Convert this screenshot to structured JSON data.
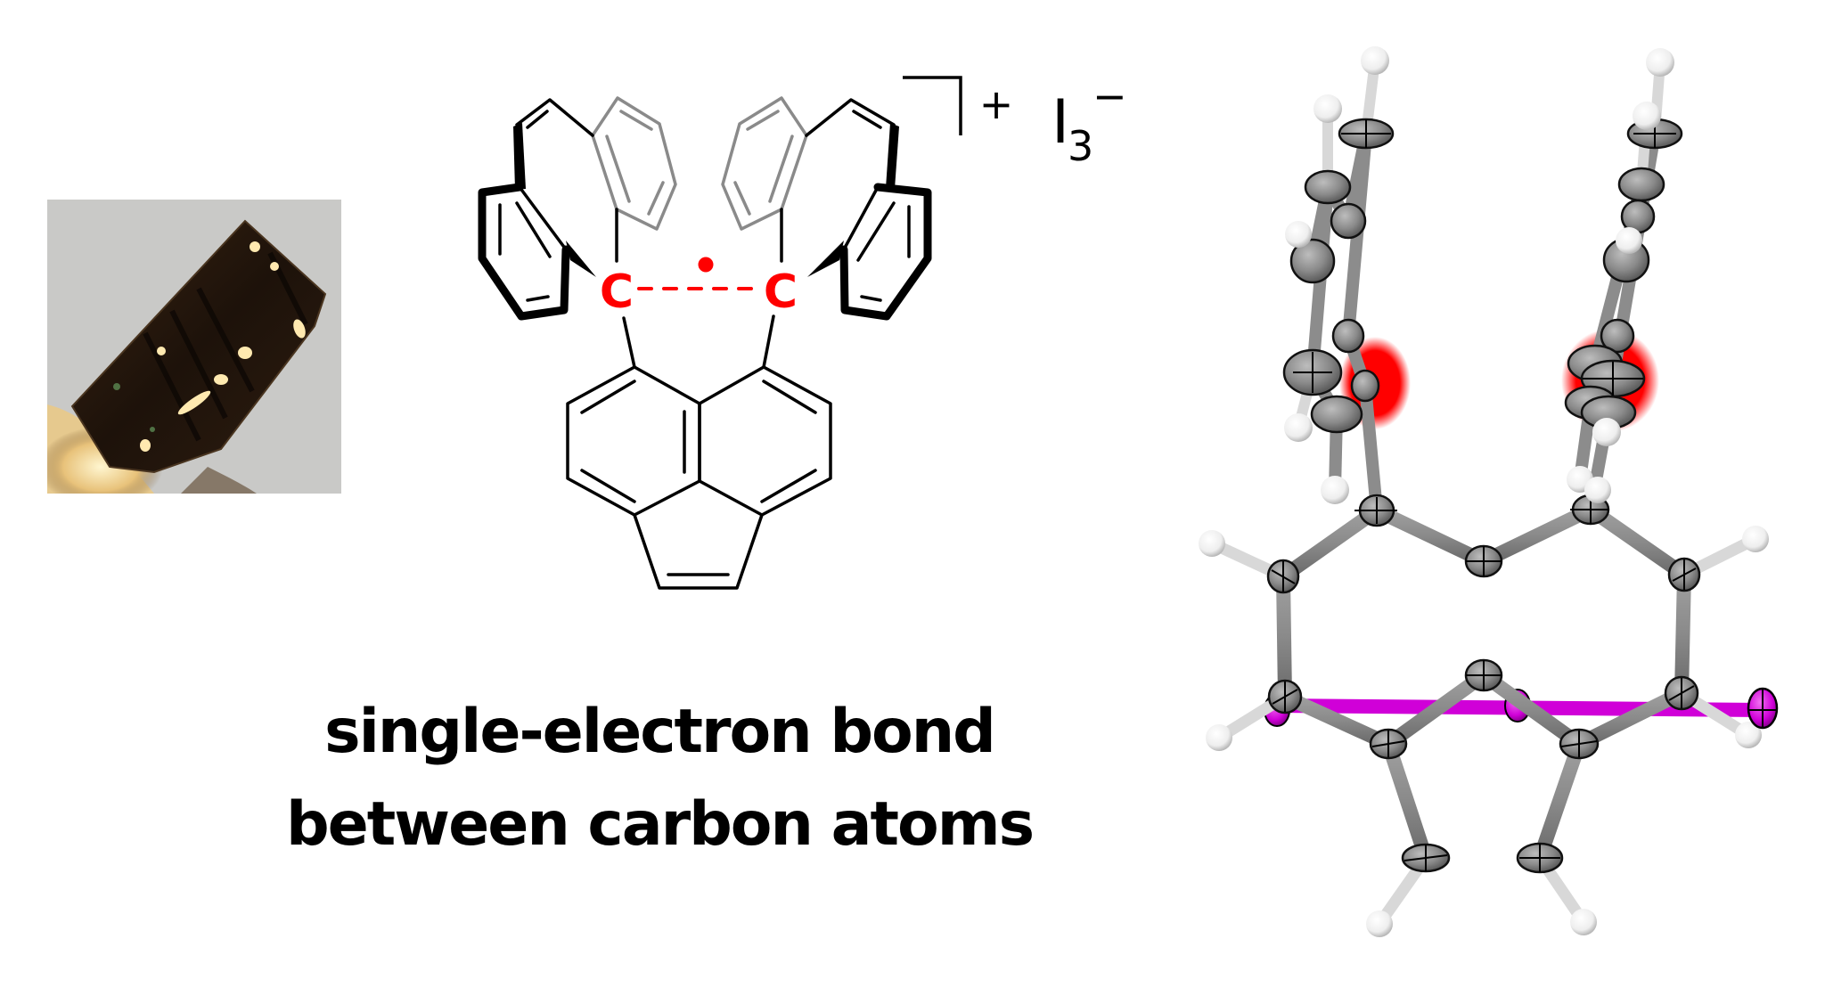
{
  "figure": {
    "photo": {
      "label": "crystal photograph",
      "background_color": "#c9c9c7",
      "crystal_color": "#2a1a0e"
    },
    "scheme": {
      "radical_carbon_left": "C",
      "radical_carbon_right": "C",
      "charge": "+",
      "counterion_element": "I",
      "counterion_subscript": "3",
      "counterion_charge": "−",
      "highlight_color": "#ff0000",
      "bond_color": "#000000",
      "back_ring_color": "#8a8a8a"
    },
    "caption": {
      "line1": "single-electron bond",
      "line2": "between carbon atoms"
    },
    "ortep": {
      "carbon_color": "#8c8c8c",
      "hydrogen_color": "#f0f0f0",
      "iodine_color": "#d000d8",
      "spin_highlight_color": "#ff0000"
    }
  }
}
